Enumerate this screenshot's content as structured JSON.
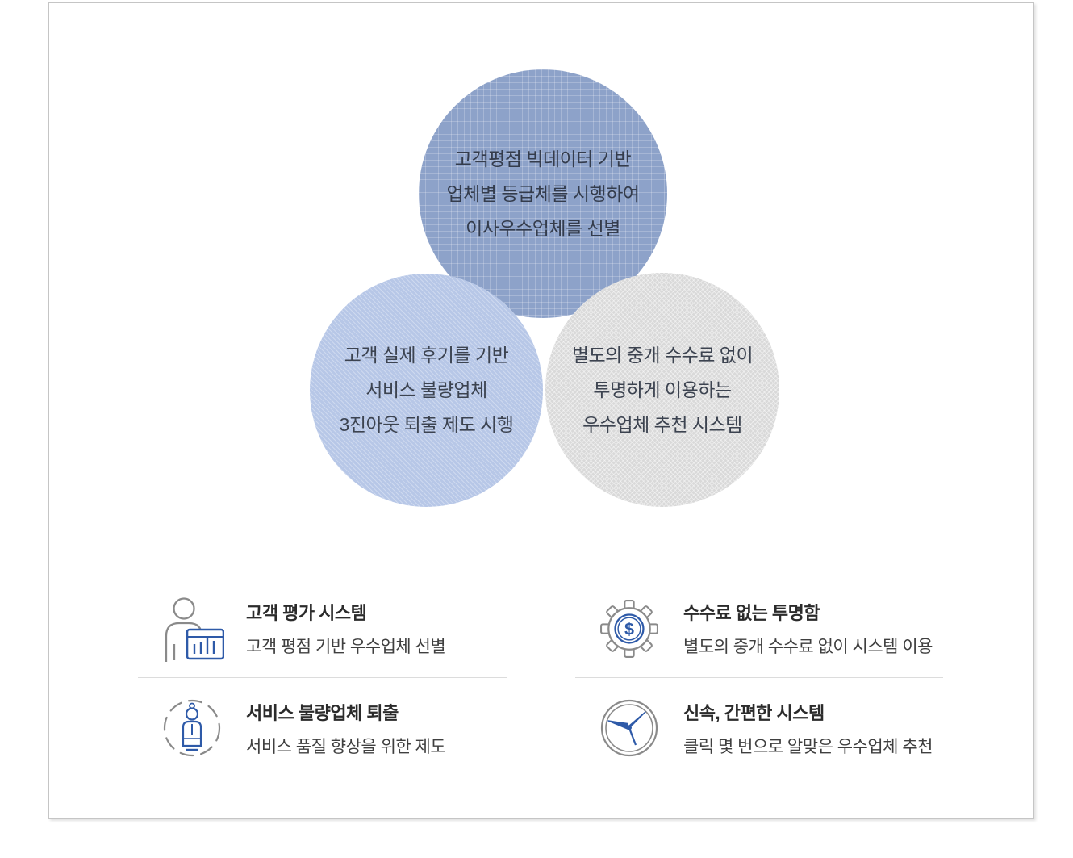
{
  "venn": {
    "top_circle": {
      "lines": [
        "고객평점 빅데이터 기반",
        "업체별 등급체를 시행하여",
        "이사우수업체를 선별"
      ],
      "fill": "#8da2c9",
      "texture": "grid"
    },
    "left_circle": {
      "lines": [
        "고객 실제 후기를 기반",
        "서비스 불량업체",
        "3진아웃 퇴출 제도 시행"
      ],
      "fill": "#b7c7e7",
      "texture": "diagonal-hatch"
    },
    "right_circle": {
      "lines": [
        "별도의 중개 수수료 없이",
        "투명하게 이용하는",
        "우수업체 추천 시스템"
      ],
      "fill": "#d9d9d9",
      "texture": "cross-hatch"
    }
  },
  "features": [
    {
      "icon": "person-with-bar-chart-icon",
      "title": "고객 평가 시스템",
      "description": "고객 평점 기반 우수업체 선별"
    },
    {
      "icon": "gear-with-dollar-icon",
      "title": "수수료 없는 투명함",
      "description": "별도의 중개 수수료 없이 시스템 이용"
    },
    {
      "icon": "person-in-dashed-circle-icon",
      "title": "서비스 불량업체 퇴출",
      "description": "서비스 품질 향상을 위한 제도"
    },
    {
      "icon": "clock-icon",
      "title": "신속, 간편한 시스템",
      "description": "클릭 몇 번으로 알맞은 우수업체 추천"
    }
  ],
  "icon_glyphs": {
    "dollar": "$"
  },
  "colors": {
    "icon_gray": "#8a8a8a",
    "icon_blue": "#2e5aa8",
    "circle_text": "#3c4350",
    "title_text": "#2b2b2b",
    "description_text": "#3f3f3f",
    "divider": "#dcdcdc",
    "frame_border": "#c5c5c5"
  }
}
